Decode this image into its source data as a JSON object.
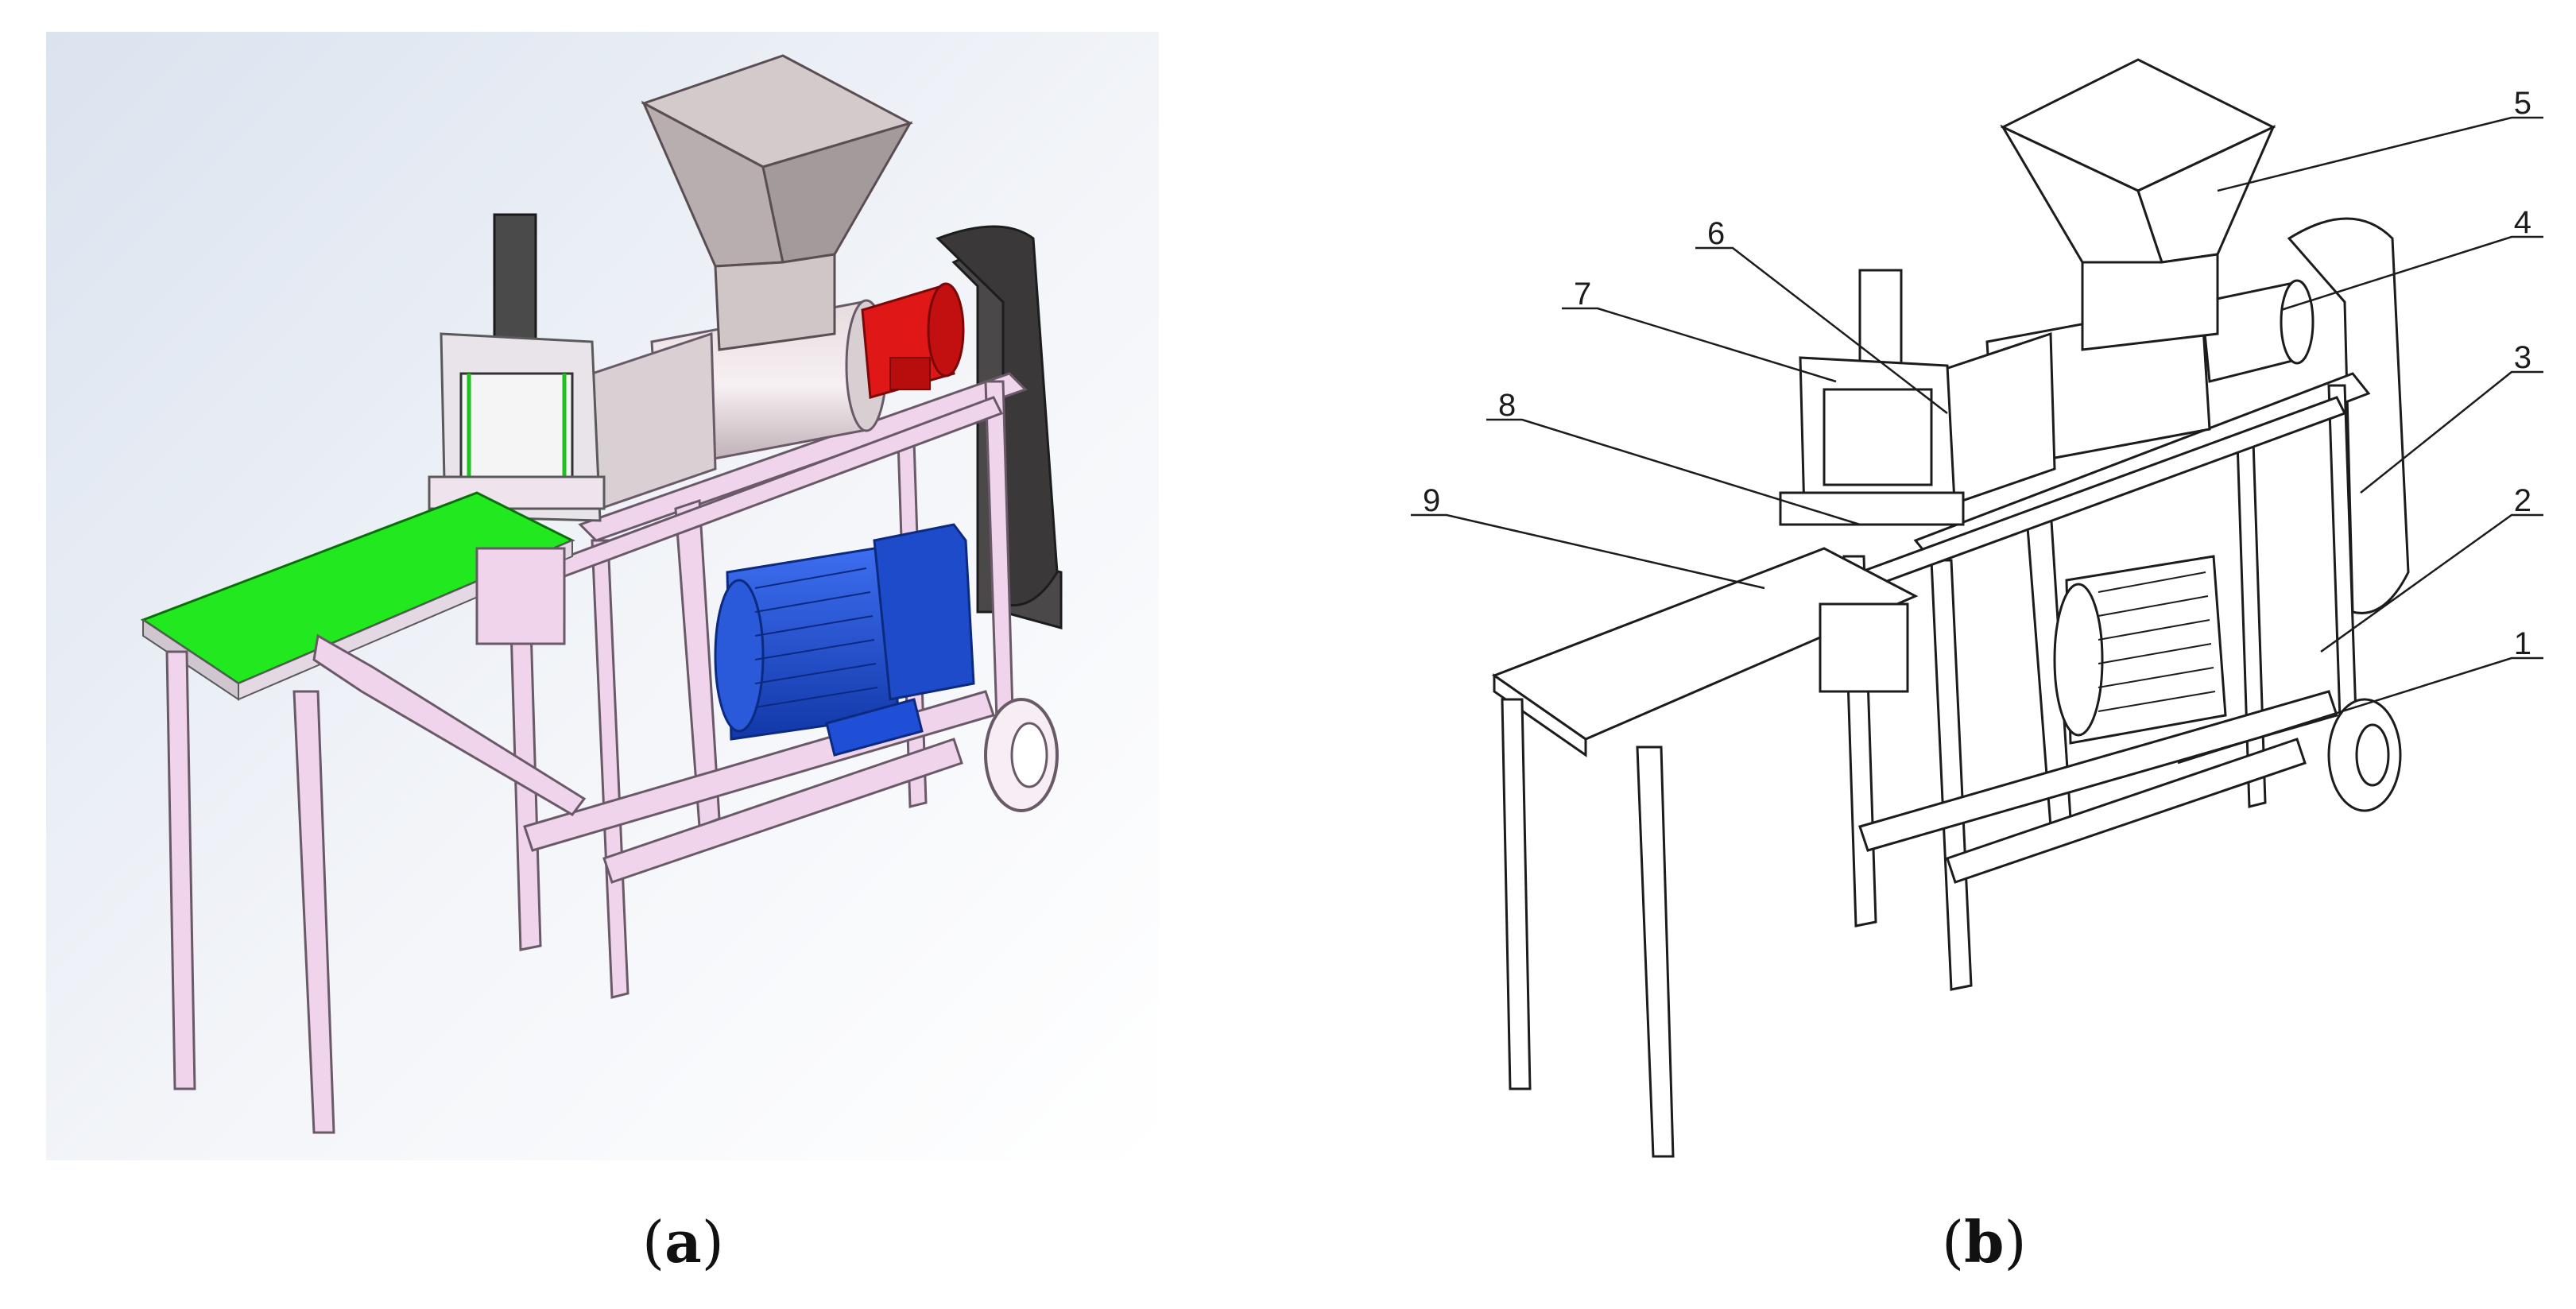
{
  "panels": [
    {
      "id": "a",
      "caption": "a"
    },
    {
      "id": "b",
      "caption": "b"
    }
  ],
  "callouts": [
    "1",
    "2",
    "3",
    "4",
    "5",
    "6",
    "7",
    "8",
    "9"
  ],
  "colors": {
    "frame": "#f0d4ec",
    "frame_edge": "#6a5a68",
    "conveyor_belt": "#22e81f",
    "motor": "#1f4fd6",
    "gear_reducer": "#e01717",
    "hopper": "#b8aeb0",
    "line_art": "#1c1c1c",
    "background_top": "#dbe3ef"
  }
}
